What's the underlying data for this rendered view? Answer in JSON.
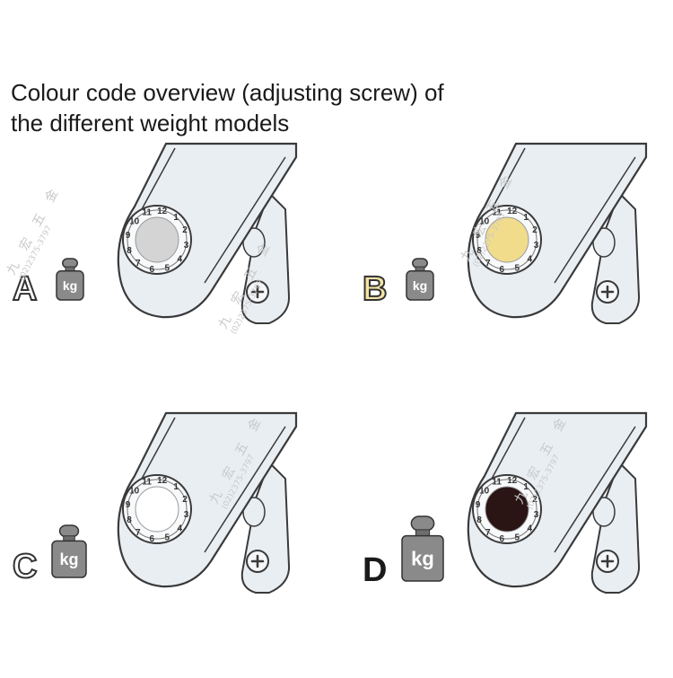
{
  "title": {
    "line1": "Colour code overview (adjusting screw) of",
    "line2": "the different weight models"
  },
  "panels": [
    {
      "letter": "A",
      "letter_fill": "#ffffff",
      "letter_stroke": "#333333",
      "screw_color": "#d4d4d4",
      "weight_size": "small",
      "weight_label": "kg"
    },
    {
      "letter": "B",
      "letter_fill": "#f3e3a6",
      "letter_stroke": "#333333",
      "screw_color": "#f1dc8c",
      "weight_size": "small",
      "weight_label": "kg"
    },
    {
      "letter": "C",
      "letter_fill": "#ffffff",
      "letter_stroke": "#333333",
      "screw_color": "#ffffff",
      "weight_size": "medium",
      "weight_label": "kg"
    },
    {
      "letter": "D",
      "letter_fill": "#1a1a1a",
      "letter_stroke": "#1a1a1a",
      "screw_color": "#2a1414",
      "weight_size": "large",
      "weight_label": "kg"
    }
  ],
  "dial_numbers": [
    "10",
    "11",
    "12",
    "1",
    "2",
    "3",
    "4",
    "5",
    "6",
    "7",
    "8",
    "9"
  ],
  "watermark": {
    "chinese": "九 宏 五 金",
    "phone": "(02)2375-3797"
  },
  "colors": {
    "handle_fill": "#e9eef3",
    "outline": "#3a3a3a",
    "weight_fill": "#8a8a8a"
  }
}
